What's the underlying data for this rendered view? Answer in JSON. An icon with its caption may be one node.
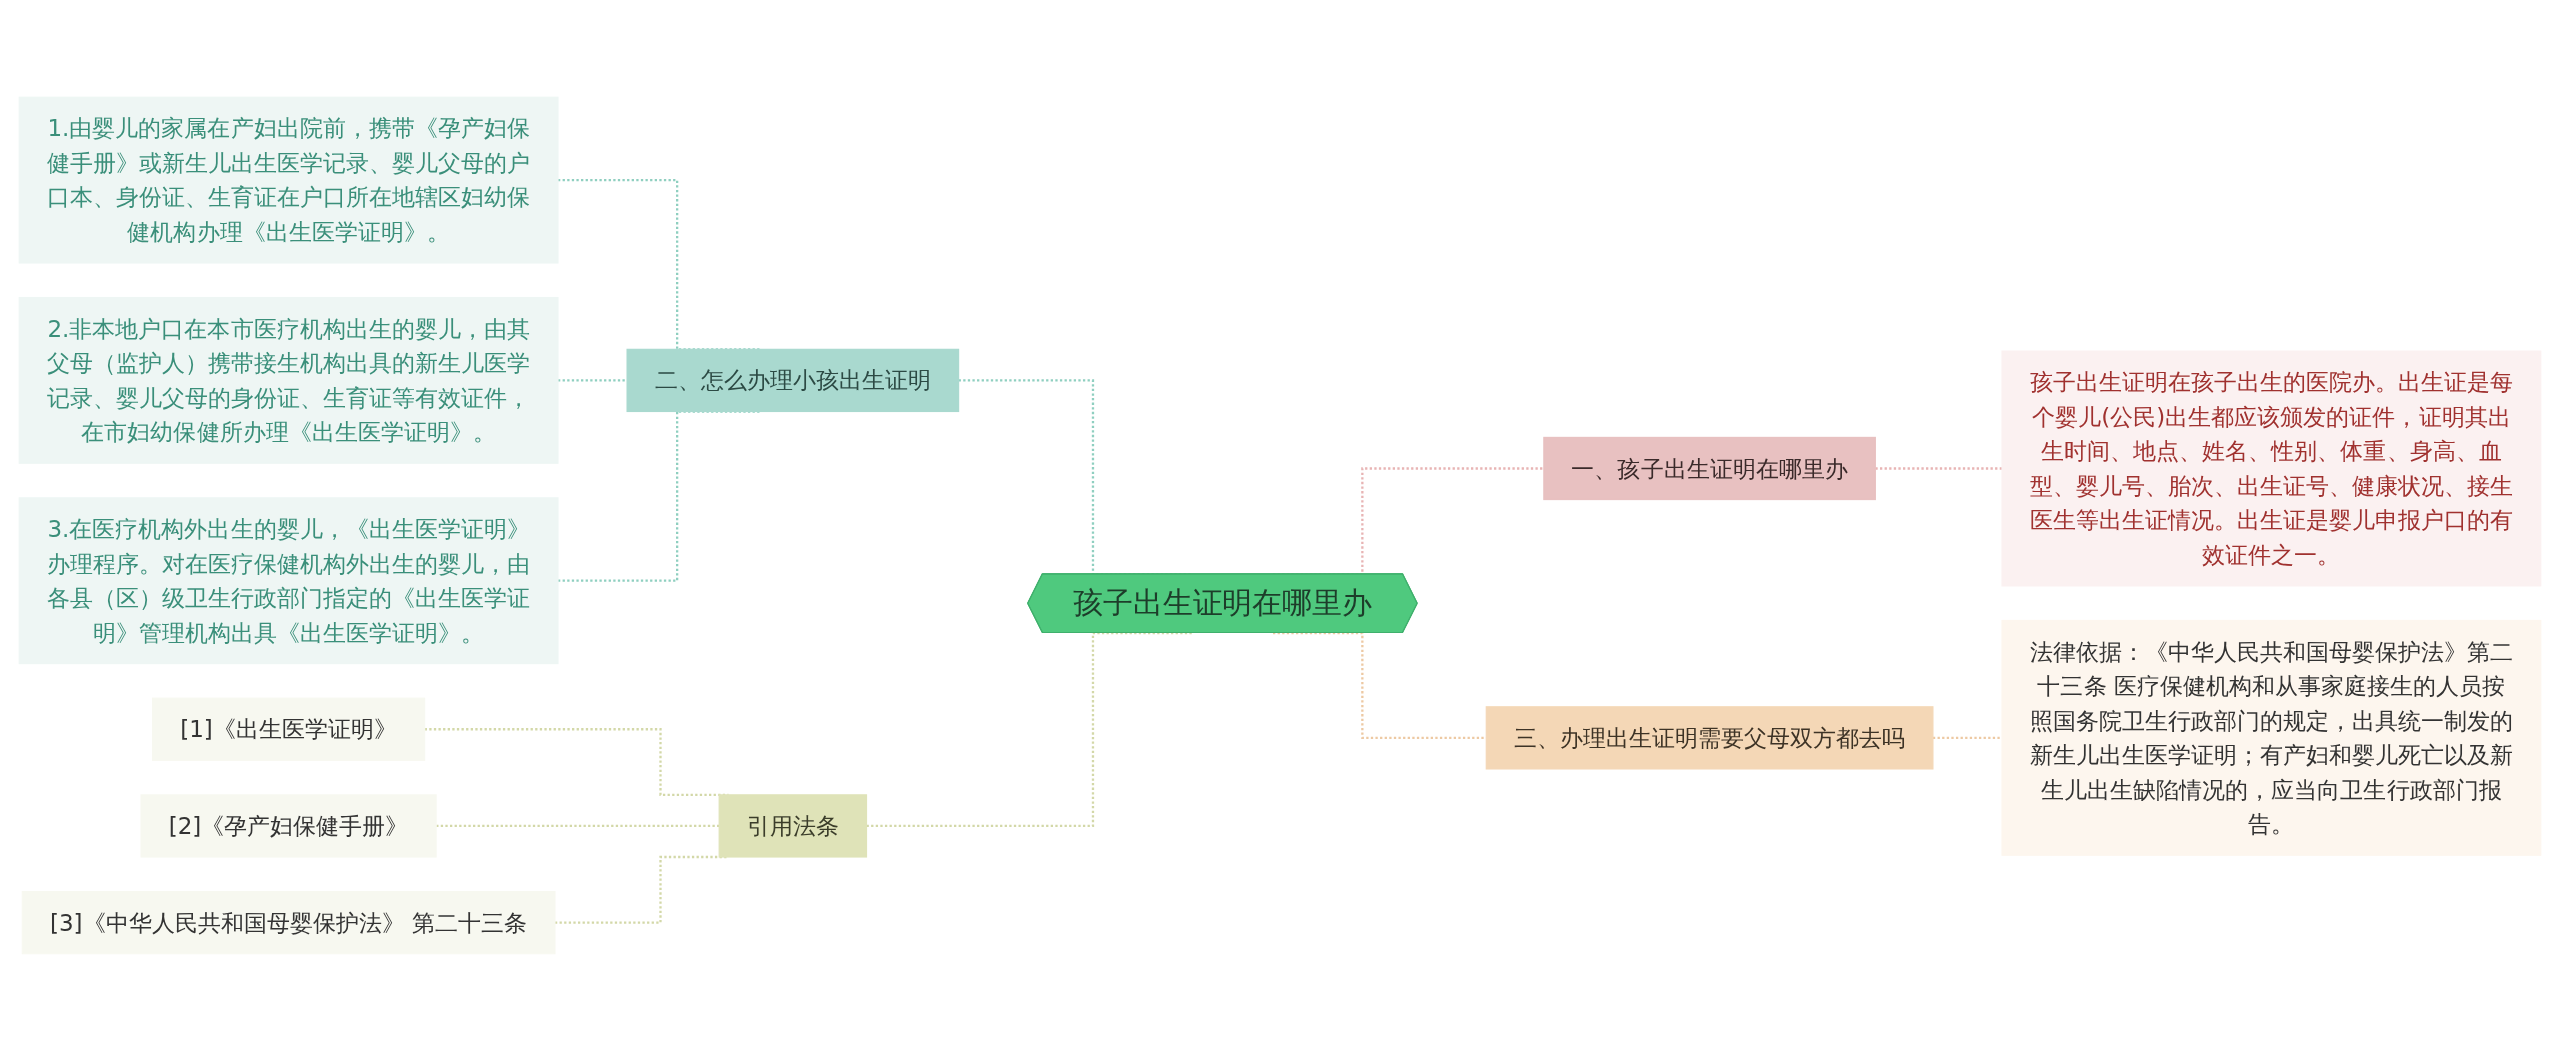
{
  "diagram": {
    "nodes": [
      {
        "text": [
          "孩子出生证明在哪里办"
        ]
      },
      {
        "text": [
          "二、怎么办理小孩出生证明"
        ]
      },
      {
        "text": [
          "1.由婴儿的家属在产妇出院前，携带《孕产妇保健手册》或新生儿出生医学记录、婴儿父母的户口本、身份证、生育证在户口所在地辖区妇幼保健机构办理《出生医学证明》。"
        ]
      },
      {
        "text": [
          "2.非本地户口在本市医疗机构出生的婴儿，由其父母（监护人）携带接生机构出具的新生儿医学记录、婴儿父母的身份证、生育证等有效证件，在市妇幼保健所办理《出生医学证明》。"
        ]
      },
      {
        "text": [
          "3.在医疗机构外出生的婴儿，《出生医学证明》办理程序。对在医疗保健机构外出生的婴儿，由各县（区）级卫生行政部门指定的《出生医学证明》管理机构出具《出生医学证明》。"
        ]
      },
      {
        "text": [
          "引用法条"
        ]
      },
      {
        "text": [
          "[1]《出生医学证明》"
        ]
      },
      {
        "text": [
          "[2]《孕产妇保健手册》"
        ]
      },
      {
        "text": [
          "[3]《中华人民共和国母婴保护法》 第二十三条"
        ]
      },
      {
        "text": [
          "一、孩子出生证明在哪里办"
        ]
      },
      {
        "text": [
          "孩子出生证明在孩子出生的医院办。出生证是每个婴儿(公民)出生都应该颁发的证件，证明其出生时间、地点、姓名、性别、体重、身高、血型、婴儿号、胎次、出生证号、健康状况、接生医生等出生证情况。出生证是婴儿申报户口的有效证件之一。"
        ]
      },
      {
        "text": [
          "三、办理出生证明需要父母双方都去吗"
        ]
      },
      {
        "text": [
          "法律依据：《中华人民共和国母婴保护法》第二十三条 医疗保健机构和从事家庭接生的人员按照国务院卫生行政部门的规定，出具统一制发的新生儿出生医学证明；有产妇和婴儿死亡以及新生儿出生缺陷情况的，应当向卫生行政部门报告。"
        ]
      }
    ],
    "edges": [
      {
        "from": 1,
        "to": 0,
        "arrow": "none",
        "style": "dashed",
        "color": "#8fcfc0"
      },
      {
        "from": 2,
        "to": 1,
        "arrow": "none",
        "style": "dashed",
        "color": "#8fcfc0"
      },
      {
        "from": 3,
        "to": 1,
        "arrow": "none",
        "style": "dashed",
        "color": "#8fcfc0"
      },
      {
        "from": 4,
        "to": 1,
        "arrow": "none",
        "style": "dashed",
        "color": "#8fcfc0"
      },
      {
        "from": 5,
        "to": 0,
        "arrow": "none",
        "style": "dashed",
        "color": "#d3d8a8"
      },
      {
        "from": 6,
        "to": 5,
        "arrow": "none",
        "style": "dashed",
        "color": "#d3d8a8"
      },
      {
        "from": 7,
        "to": 5,
        "arrow": "none",
        "style": "dashed",
        "color": "#d3d8a8"
      },
      {
        "from": 8,
        "to": 5,
        "arrow": "none",
        "style": "dashed",
        "color": "#d3d8a8"
      },
      {
        "from": 0,
        "to": 9,
        "arrow": "none",
        "style": "dashed",
        "color": "#e8b4b4"
      },
      {
        "from": 9,
        "to": 10,
        "arrow": "none",
        "style": "dashed",
        "color": "#e8b4b4"
      },
      {
        "from": 0,
        "to": 11,
        "arrow": "none",
        "style": "dashed",
        "color": "#edc9a3"
      },
      {
        "from": 11,
        "to": 12,
        "arrow": "none",
        "style": "dashed",
        "color": "#edc9a3"
      }
    ]
  }
}
